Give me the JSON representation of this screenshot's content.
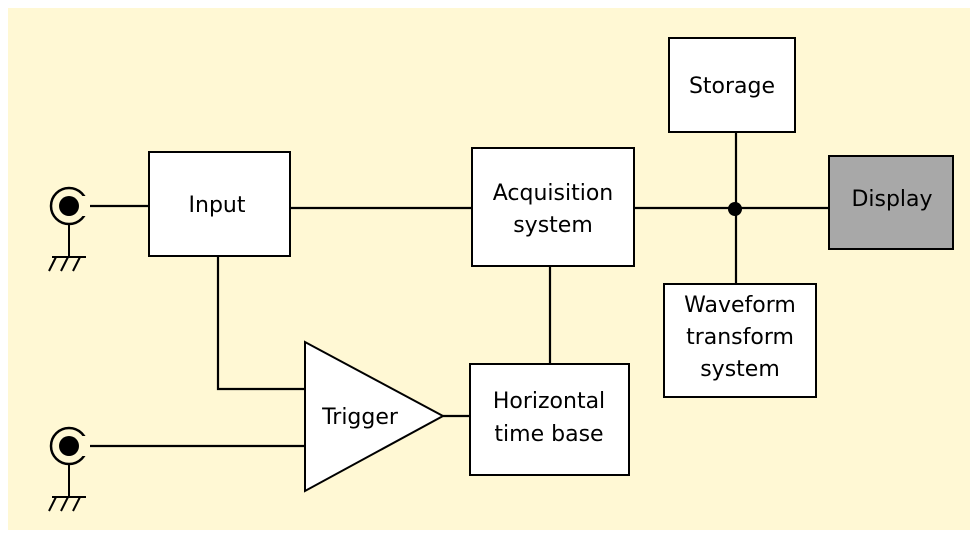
{
  "colors": {
    "background": "#fff8d4",
    "box_fill": "#ffffff",
    "display_fill": "#a8a8a8",
    "line": "#000000"
  },
  "blocks": {
    "input": {
      "lines": [
        "Input"
      ]
    },
    "acquisition": {
      "lines": [
        "Acquisition",
        "system"
      ]
    },
    "storage": {
      "lines": [
        "Storage"
      ]
    },
    "display": {
      "lines": [
        "Display"
      ]
    },
    "waveform": {
      "lines": [
        "Waveform",
        "transform",
        "system"
      ]
    },
    "horizontal": {
      "lines": [
        "Horizontal",
        "time base"
      ]
    },
    "trigger": {
      "lines": [
        "Trigger"
      ]
    }
  },
  "icons": {
    "signal_input": "bnc-connector-icon",
    "trigger_input": "bnc-connector-icon",
    "ground": "ground-icon"
  }
}
